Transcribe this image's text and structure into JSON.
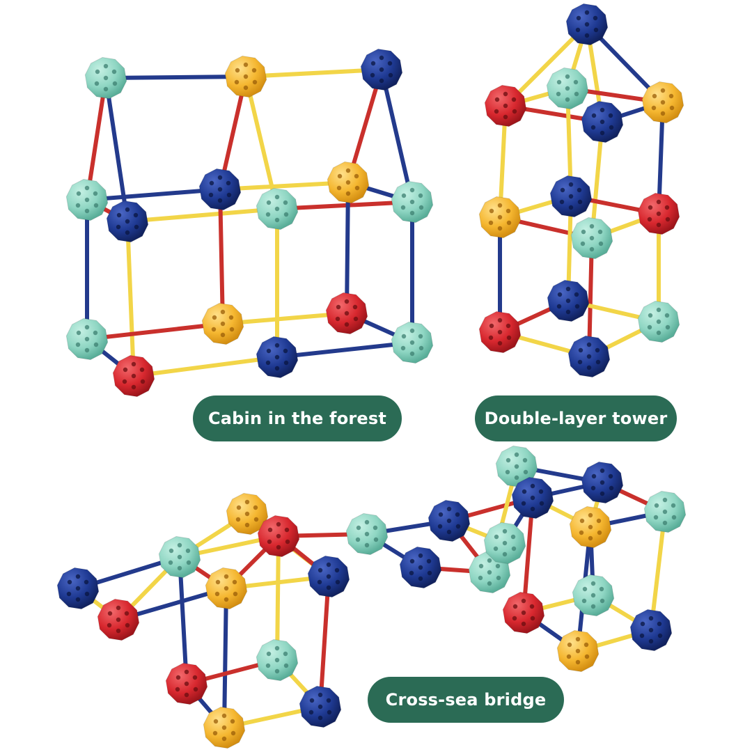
{
  "colors": {
    "label_background": "#2b6b55",
    "label_text": "#ffffff",
    "rod_red": "#c9302c",
    "rod_blue": "#233a8c",
    "rod_yellow": "#f2d548",
    "ball_teal": "#8fd6c3",
    "ball_yellow": "#f5b731",
    "ball_blue": "#1f3a93",
    "ball_red": "#d8282f"
  },
  "models": [
    {
      "id": "cabin",
      "label": "Cabin in the forest"
    },
    {
      "id": "tower",
      "label": "Double-layer tower"
    },
    {
      "id": "bridge",
      "label": "Cross-sea bridge"
    }
  ]
}
